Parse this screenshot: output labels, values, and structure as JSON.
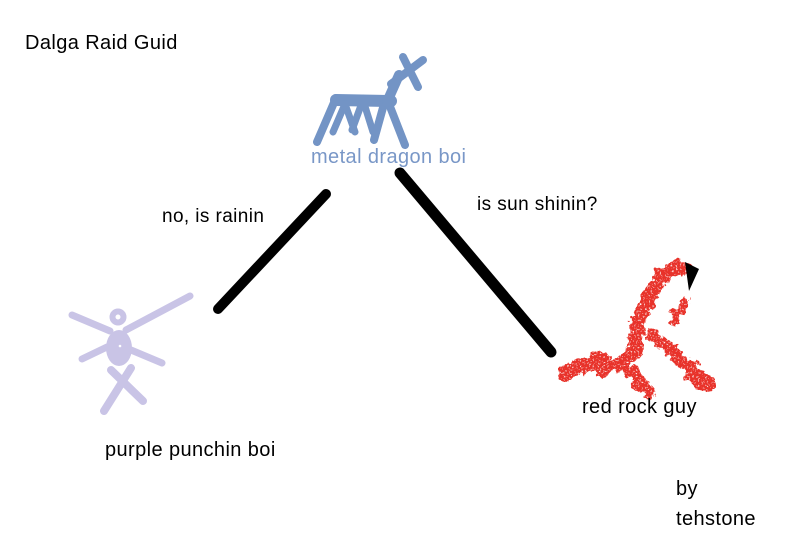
{
  "title": "Dalga Raid Guid",
  "nodes": {
    "dragon": {
      "label": "metal dragon boi",
      "color": "#7394c5"
    },
    "purple": {
      "label": "purple punchin boi",
      "color": "#c9c4e6"
    },
    "red": {
      "label": "red rock guy",
      "color": "#e8332a"
    }
  },
  "edges": {
    "left": {
      "label": "no, is rainin"
    },
    "right": {
      "label": "is sun shinin?"
    }
  },
  "credit": {
    "line1": "by",
    "line2": "tehstone"
  },
  "colors": {
    "background": "#ffffff",
    "line": "#000000",
    "text": "#000000",
    "dragon_label_text": "#7997c7",
    "red_head_accent": "#000000",
    "body_highlight": "#ffffff"
  }
}
